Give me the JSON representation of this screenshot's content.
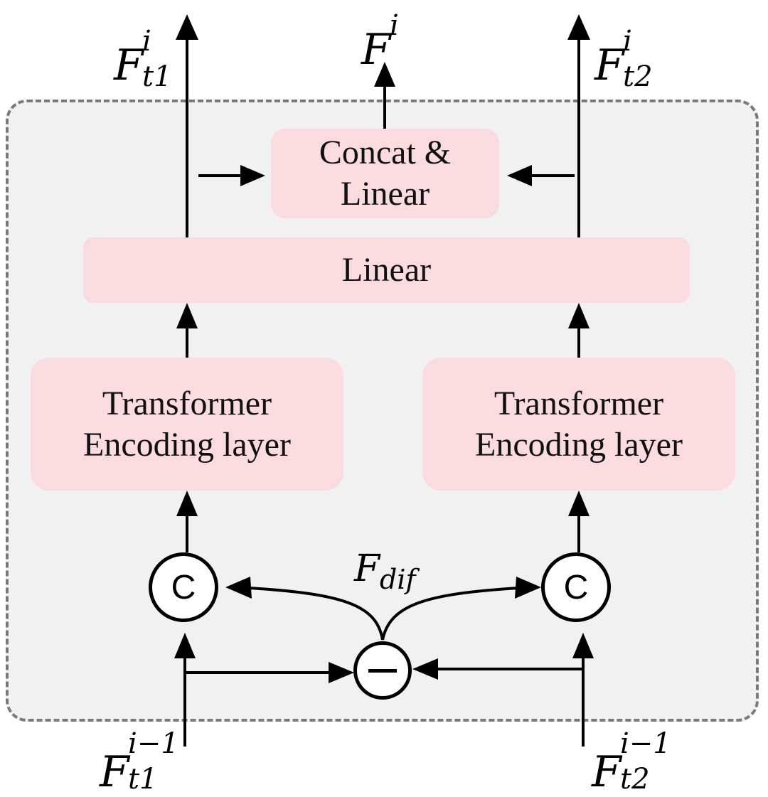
{
  "diagram": {
    "concat_block": {
      "line1": "Concat &",
      "line2": "Linear"
    },
    "linear_block": {
      "label": "Linear"
    },
    "encoder_left": {
      "line1": "Transformer",
      "line2": "Encoding layer"
    },
    "encoder_right": {
      "line1": "Transformer",
      "line2": "Encoding layer"
    },
    "concat_op_left": "C",
    "concat_op_right": "C",
    "labels": {
      "out_t1": {
        "base": "F",
        "sup": "i",
        "sub": "t1"
      },
      "out_main": {
        "base": "F",
        "sup": "i"
      },
      "out_t2": {
        "base": "F",
        "sup": "i",
        "sub": "t2"
      },
      "diff": {
        "base": "F",
        "sub": "dif"
      },
      "in_t1": {
        "base": "F",
        "sup": "i−1",
        "sub": "t1"
      },
      "in_t2": {
        "base": "F",
        "sup": "i−1",
        "sub": "t2"
      }
    }
  },
  "colors": {
    "block_fill": "#fadbe0",
    "container_fill": "#f1f1f1",
    "container_border": "#7a7a7a"
  }
}
